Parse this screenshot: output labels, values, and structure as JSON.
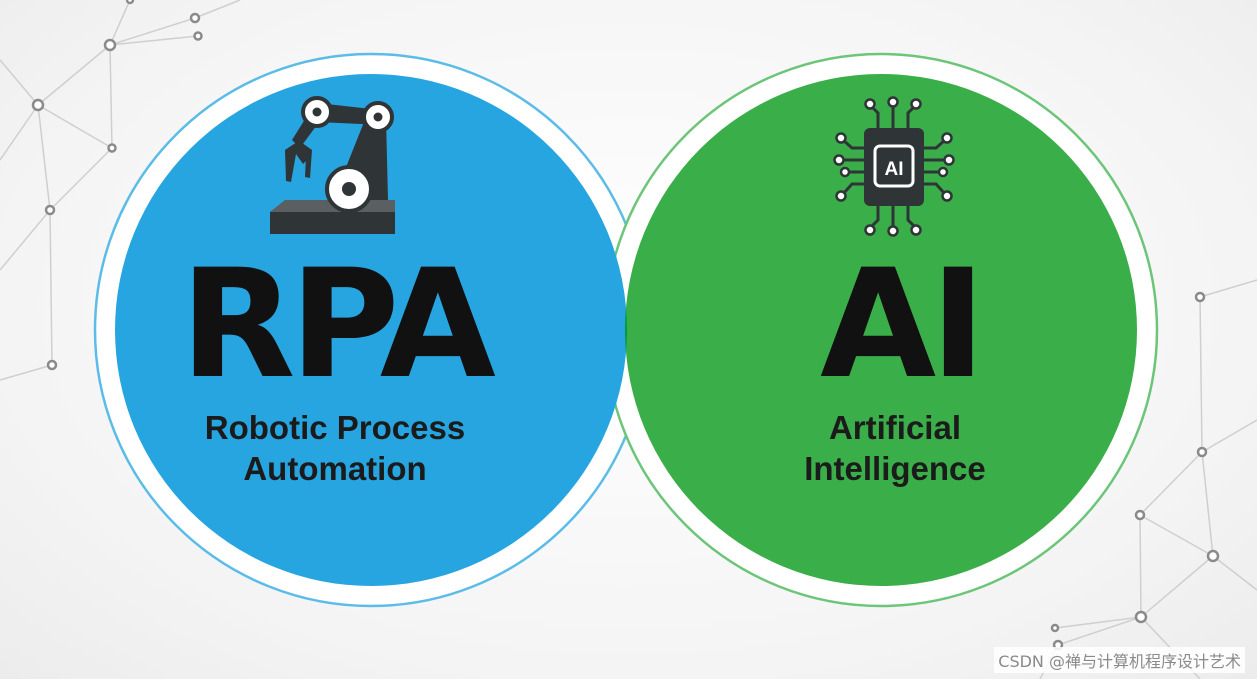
{
  "left_circle": {
    "title": "RPA",
    "subtitle_line1": "Robotic Process",
    "subtitle_line2": "Automation",
    "color": "#27a5e1",
    "icon": "robotic-arm-icon"
  },
  "right_circle": {
    "title": "AI",
    "subtitle_line1": "Artificial",
    "subtitle_line2": "Intelligence",
    "color": "#3aae49",
    "icon": "ai-chip-icon",
    "icon_label": "AI"
  },
  "overlap_color": "#009845",
  "watermark": "CSDN @禅与计算机程序设计艺术"
}
